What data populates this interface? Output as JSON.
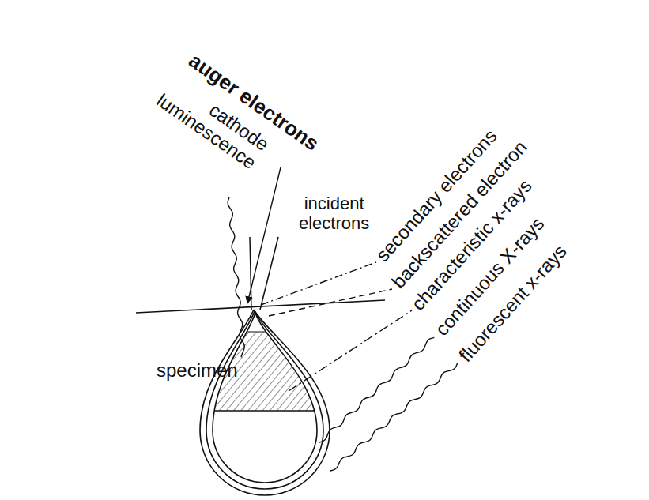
{
  "diagram": {
    "labels": [
      "auger electrons",
      "cathode luminescence",
      "incident electrons",
      "secondary electrons",
      "backscattered electron",
      "characteristic x-rays",
      "continuous X-rays",
      "fluorescent x-rays",
      "specimen"
    ]
  }
}
